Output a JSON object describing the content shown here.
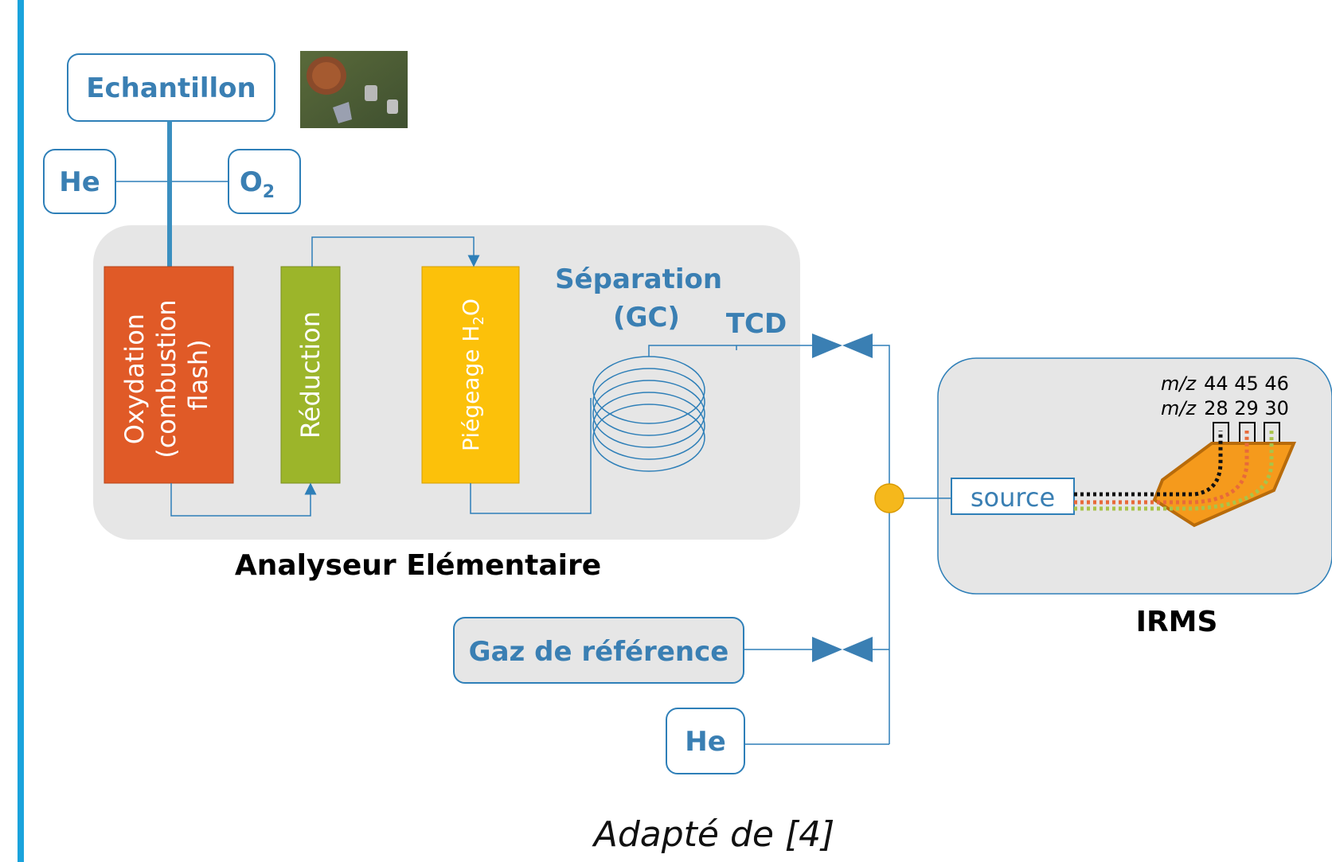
{
  "labels": {
    "echantillon": "Echantillon",
    "he_top": "He",
    "o2_main": "O",
    "o2_sub": "2",
    "oxydation_line1": "Oxydation",
    "oxydation_line2": "(combustion",
    "oxydation_line3": "flash)",
    "reduction": "Réduction",
    "piegeage_main": "Piégeage H",
    "piegeage_sub": "2",
    "piegeage_end": "O",
    "separation_line1": "Séparation",
    "separation_line2": "(GC)",
    "tcd": "TCD",
    "analyseur": "Analyseur Elémentaire",
    "source": "source",
    "mz_label": "m/z",
    "mz_row1": "44  45  46",
    "mz_row2": "28  29  30",
    "irms": "IRMS",
    "gaz_reference": "Gaz de référence",
    "he_bottom": "He",
    "credit": "Adapté de [4]"
  },
  "colors": {
    "accent_blue": "#2e7fb8",
    "left_bar": "#1aa3dc",
    "oxydation": "#e05a27",
    "reduction": "#9cb52a",
    "piegeage": "#fcc10a",
    "panel_gray": "#e6e6e6",
    "detector": "#f59a1c",
    "valve": "#3a7fb3",
    "junction": "#f5b81c"
  },
  "icons": {
    "sample_photo": "sample-photo",
    "valve": "valve-icon",
    "coil": "gc-column-coil-icon",
    "junction": "junction-dot-icon"
  }
}
